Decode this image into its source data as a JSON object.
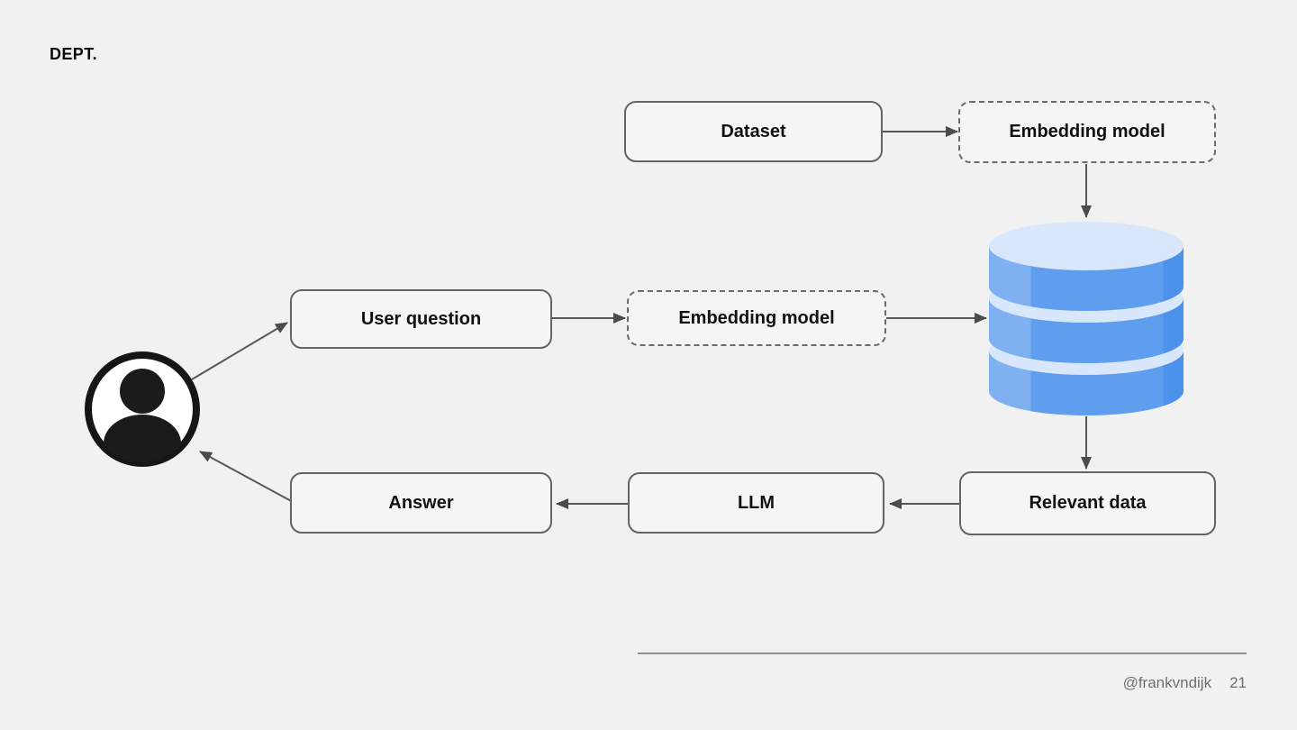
{
  "slide": {
    "logo": "DEPT.",
    "footer": {
      "handle": "@frankvndijk",
      "page_number": "21"
    }
  },
  "diagram": {
    "nodes": {
      "dataset": {
        "label": "Dataset",
        "style": "solid"
      },
      "embedding_top": {
        "label": "Embedding model",
        "style": "dashed"
      },
      "user_question": {
        "label": "User question",
        "style": "solid"
      },
      "embedding_mid": {
        "label": "Embedding model",
        "style": "dashed"
      },
      "relevant_data": {
        "label": "Relevant data",
        "style": "solid"
      },
      "llm": {
        "label": "LLM",
        "style": "solid"
      },
      "answer": {
        "label": "Answer",
        "style": "solid"
      },
      "vector_db": {
        "icon": "database-icon"
      },
      "user": {
        "icon": "user-icon"
      }
    },
    "edges": [
      {
        "from": "dataset",
        "to": "embedding_top"
      },
      {
        "from": "embedding_top",
        "to": "vector_db"
      },
      {
        "from": "user",
        "to": "user_question"
      },
      {
        "from": "user_question",
        "to": "embedding_mid"
      },
      {
        "from": "embedding_mid",
        "to": "vector_db"
      },
      {
        "from": "vector_db",
        "to": "relevant_data"
      },
      {
        "from": "relevant_data",
        "to": "llm"
      },
      {
        "from": "llm",
        "to": "answer"
      },
      {
        "from": "answer",
        "to": "user"
      }
    ]
  },
  "colors": {
    "background": "#f1f1f2",
    "box_border": "#646464",
    "arrow": "#545454",
    "db_body": "#5f9def",
    "db_body_light": "#7fb0f1",
    "db_body_dark": "#4c92ea",
    "db_top": "#d8e7fc",
    "footer_text": "#6f6f6f"
  }
}
